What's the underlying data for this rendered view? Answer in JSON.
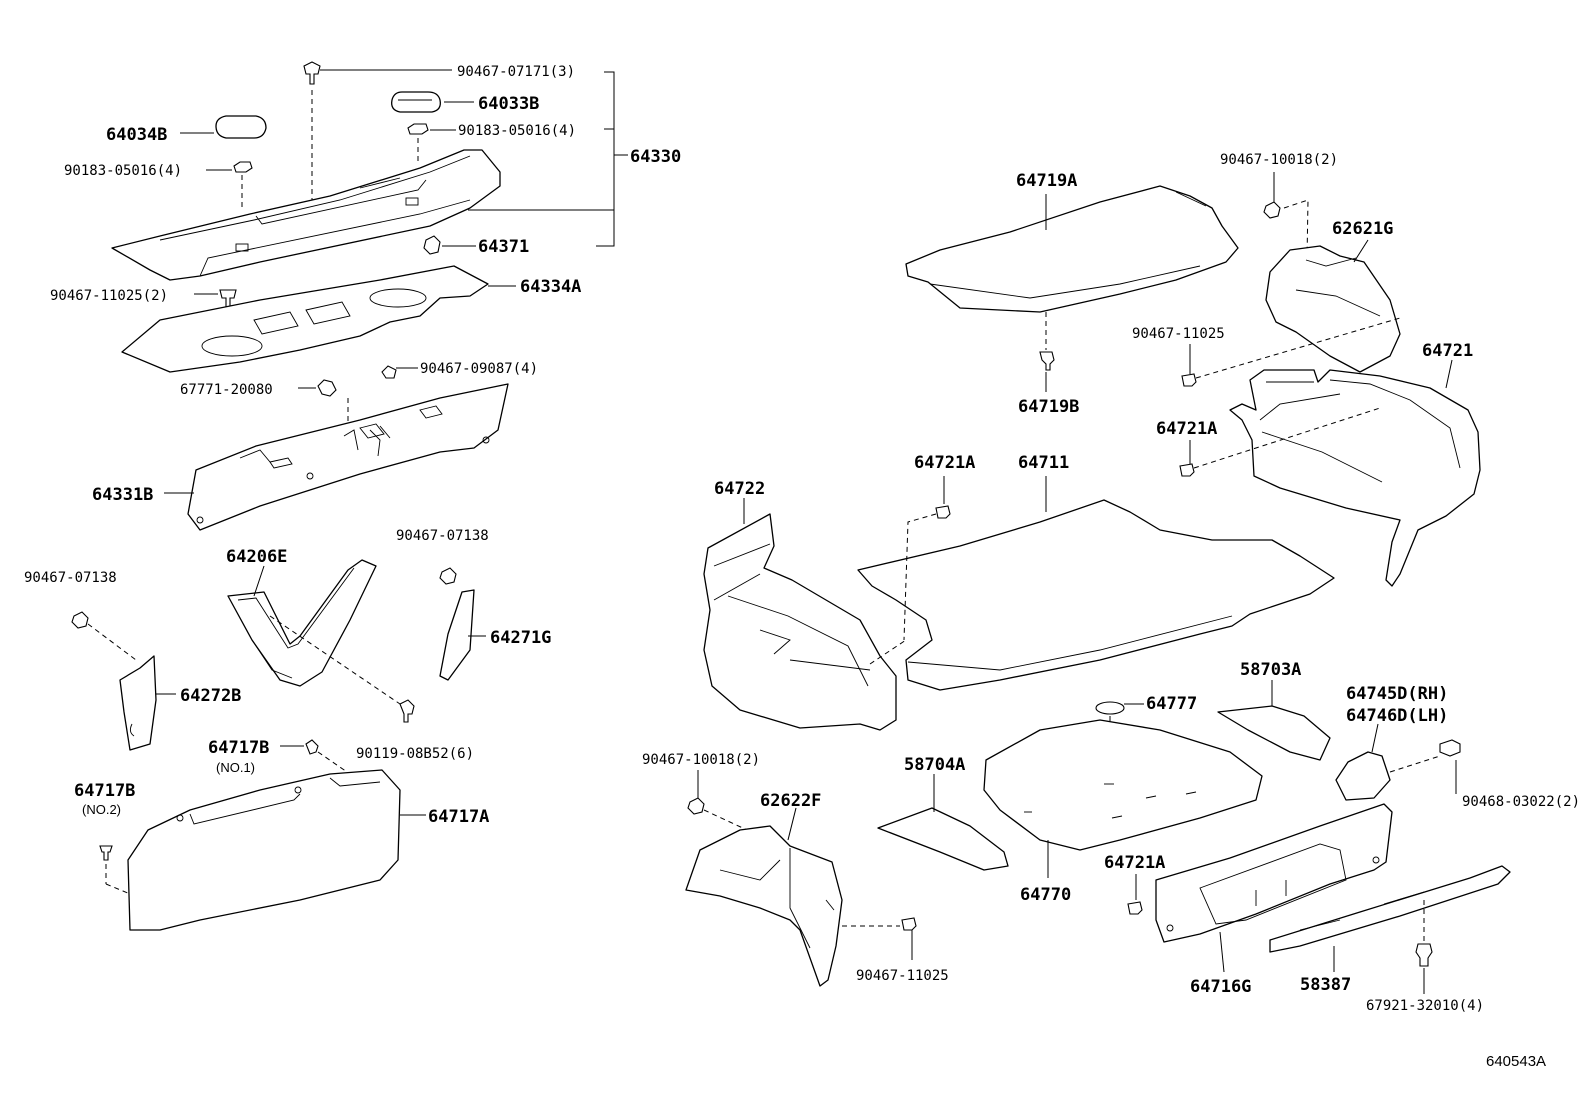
{
  "diagram_code": "640543A",
  "labels": {
    "l_9046707171": "90467-07171(3)",
    "l_64033B": "64033B",
    "l_64034B": "64034B",
    "l_9018305016_r": "90183-05016(4)",
    "l_64330": "64330",
    "l_9018305016_l": "90183-05016(4)",
    "l_64371": "64371",
    "l_9046711025_2": "90467-11025(2)",
    "l_64334A": "64334A",
    "l_9046709087": "90467-09087(4)",
    "l_6777120080": "67771-20080",
    "l_64331B": "64331B",
    "l_9046707138_r": "90467-07138",
    "l_64206E": "64206E",
    "l_9046707138_l": "90467-07138",
    "l_64271G": "64271G",
    "l_64272B": "64272B",
    "l_64717B_1": "64717B",
    "l_no1": "(NO.1)",
    "l_9011908B52": "90119-08B52(6)",
    "l_64717B_2": "64717B",
    "l_no2": "(NO.2)",
    "l_64717A": "64717A",
    "l_9046710018_top": "90467-10018(2)",
    "l_64719A": "64719A",
    "l_62621G": "62621G",
    "l_9046711025_a": "90467-11025",
    "l_64721": "64721",
    "l_64719B": "64719B",
    "l_64721A_a": "64721A",
    "l_64721A_b": "64721A",
    "l_64711": "64711",
    "l_64722": "64722",
    "l_58703A": "58703A",
    "l_64777": "64777",
    "l_64745D": "64745D(RH)",
    "l_64746D": "64746D(LH)",
    "l_9046710018_bot": "90467-10018(2)",
    "l_58704A": "58704A",
    "l_62622F": "62622F",
    "l_9046803022": "90468-03022(2)",
    "l_64721A_c": "64721A",
    "l_64770": "64770",
    "l_9046711025_b": "90467-11025",
    "l_64716G": "64716G",
    "l_58387": "58387",
    "l_6792132010": "67921-32010(4)"
  }
}
